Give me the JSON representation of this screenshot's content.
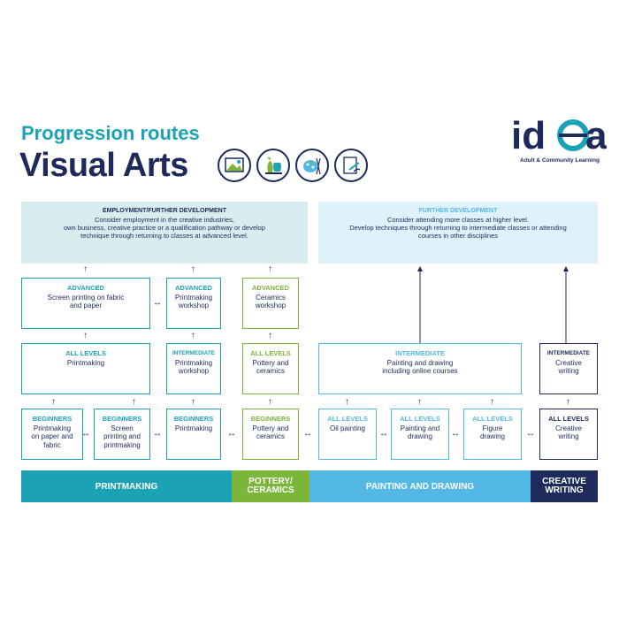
{
  "header": {
    "subtitle": "Progression routes",
    "title": "Visual Arts",
    "icons": [
      "landscape-picture-icon",
      "pottery-icon",
      "palette-easel-icon",
      "drawing-hand-icon"
    ]
  },
  "logo": {
    "brand": "idea",
    "tagline": "Adult & Community Learning",
    "colors": {
      "navy": "#1d2a5b",
      "teal": "#1ba3b5"
    }
  },
  "top": {
    "employment": {
      "heading": "EMPLOYMENT/FURTHER DEVELOPMENT",
      "line1": "Consider employment in the creative industries,",
      "line2": "own business, creative practice or a qualification pathway or develop",
      "line3": "technique through returning to classes at advanced level."
    },
    "further": {
      "heading": "FURTHER DEVELOPMENT",
      "line1": "Consider attending more classes at higher level.",
      "line2": "Develop techniques through returning to intermediate classes or attending",
      "line3": "courses in other disciplines"
    }
  },
  "boxes": {
    "pm_adv_1": {
      "level": "ADVANCED",
      "line1": "Screen printing on fabric",
      "line2": "and paper"
    },
    "pm_adv_2": {
      "level": "ADVANCED",
      "line1": "Printmaking",
      "line2": "workshop"
    },
    "pc_adv": {
      "level": "ADVANCED",
      "line1": "Ceramics",
      "line2": "workshop"
    },
    "pm_all": {
      "level": "ALL LEVELS",
      "line1": "Printmaking"
    },
    "pm_int": {
      "level": "INTERMEDIATE",
      "line1": "Printmaking",
      "line2": "workshop"
    },
    "pc_all": {
      "level": "ALL LEVELS",
      "line1": "Pottery and",
      "line2": "ceramics"
    },
    "pd_int": {
      "level": "INTERMEDIATE",
      "line1": "Painting and drawing",
      "line2": "including online courses"
    },
    "cw_int": {
      "level": "INTERMEDIATE",
      "line1": "Creative",
      "line2": "writing"
    },
    "pm_beg_1": {
      "level": "BEGINNERS",
      "line1": "Printmaking",
      "line2": "on paper and",
      "line3": "fabric"
    },
    "pm_beg_2": {
      "level": "BEGINNERS",
      "line1": "Screen",
      "line2": "printing and",
      "line3": "printmaking"
    },
    "pm_beg_3": {
      "level": "BEGINNERS",
      "line1": "Printmaking"
    },
    "pc_beg": {
      "level": "BEGINNERS",
      "line1": "Pottery and",
      "line2": "ceramics"
    },
    "pd_all_1": {
      "level": "ALL LEVELS",
      "line1": "Oil painting"
    },
    "pd_all_2": {
      "level": "ALL LEVELS",
      "line1": "Painting and",
      "line2": "drawing"
    },
    "pd_all_3": {
      "level": "ALL LEVELS",
      "line1": "Figure",
      "line2": "drawing"
    },
    "cw_all": {
      "level": "ALL LEVELS",
      "line1": "Creative",
      "line2": "writing"
    }
  },
  "bands": {
    "printmaking": "PRINTMAKING",
    "pottery_1": "POTTERY/",
    "pottery_2": "CERAMICS",
    "painting": "PAINTING AND DRAWING",
    "creative_1": "CREATIVE",
    "creative_2": "WRITING"
  },
  "colors": {
    "printmaking": "#1ba3b5",
    "pottery": "#7bb53a",
    "painting": "#54b8e6",
    "creative_writing": "#1d2a5b",
    "employment_bg": "#d7edef",
    "further_bg": "#dff1fb"
  },
  "symbols": {
    "up": "↑",
    "both": "↔"
  }
}
